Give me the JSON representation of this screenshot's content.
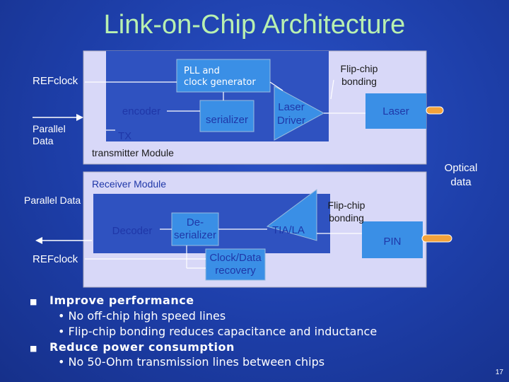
{
  "title": "Link-on-Chip Architecture",
  "tx": {
    "refclock": "REFclock",
    "parallel_data_line1": "Parallel",
    "parallel_data_line2": "Data",
    "pll_line1": "PLL and",
    "pll_line2": "clock generator",
    "encoder": "encoder",
    "serializer": "serializer",
    "laser_driver_line1": "Laser",
    "laser_driver_line2": "Driver",
    "laser": "Laser",
    "flipchip_line1": "Flip-chip",
    "flipchip_line2": "bonding",
    "tx_label": "TX",
    "module_label": "transmitter Module"
  },
  "optical_line1": "Optical",
  "optical_line2": "data",
  "rx": {
    "module_label": "Receiver Module",
    "parallel_data": "Parallel Data",
    "decoder": "Decoder",
    "deserializer_line1": "De-",
    "deserializer_line2": "serializer",
    "tia": "TIA/LA",
    "flipchip_line1": "Flip-chip",
    "flipchip_line2": "bonding",
    "pin": "PIN",
    "cdr_line1": "Clock/Data",
    "cdr_line2": "recovery",
    "refclock": "REFclock"
  },
  "bullets": [
    {
      "text": "Improve performance",
      "subs": [
        "No off-chip high speed lines",
        "Flip-chip bonding reduces capacitance and inductance"
      ]
    },
    {
      "text": "Reduce power consumption",
      "subs": [
        "No 50-Ohm transmission lines between chips"
      ]
    }
  ],
  "page_number": "17",
  "colors": {
    "title": "#b8f0b0",
    "module_bg": "#d8d8f8",
    "core_bg": "#2f52c0",
    "block_bg": "#3a8fe6",
    "flipchip_label": "#1a1a1a"
  }
}
